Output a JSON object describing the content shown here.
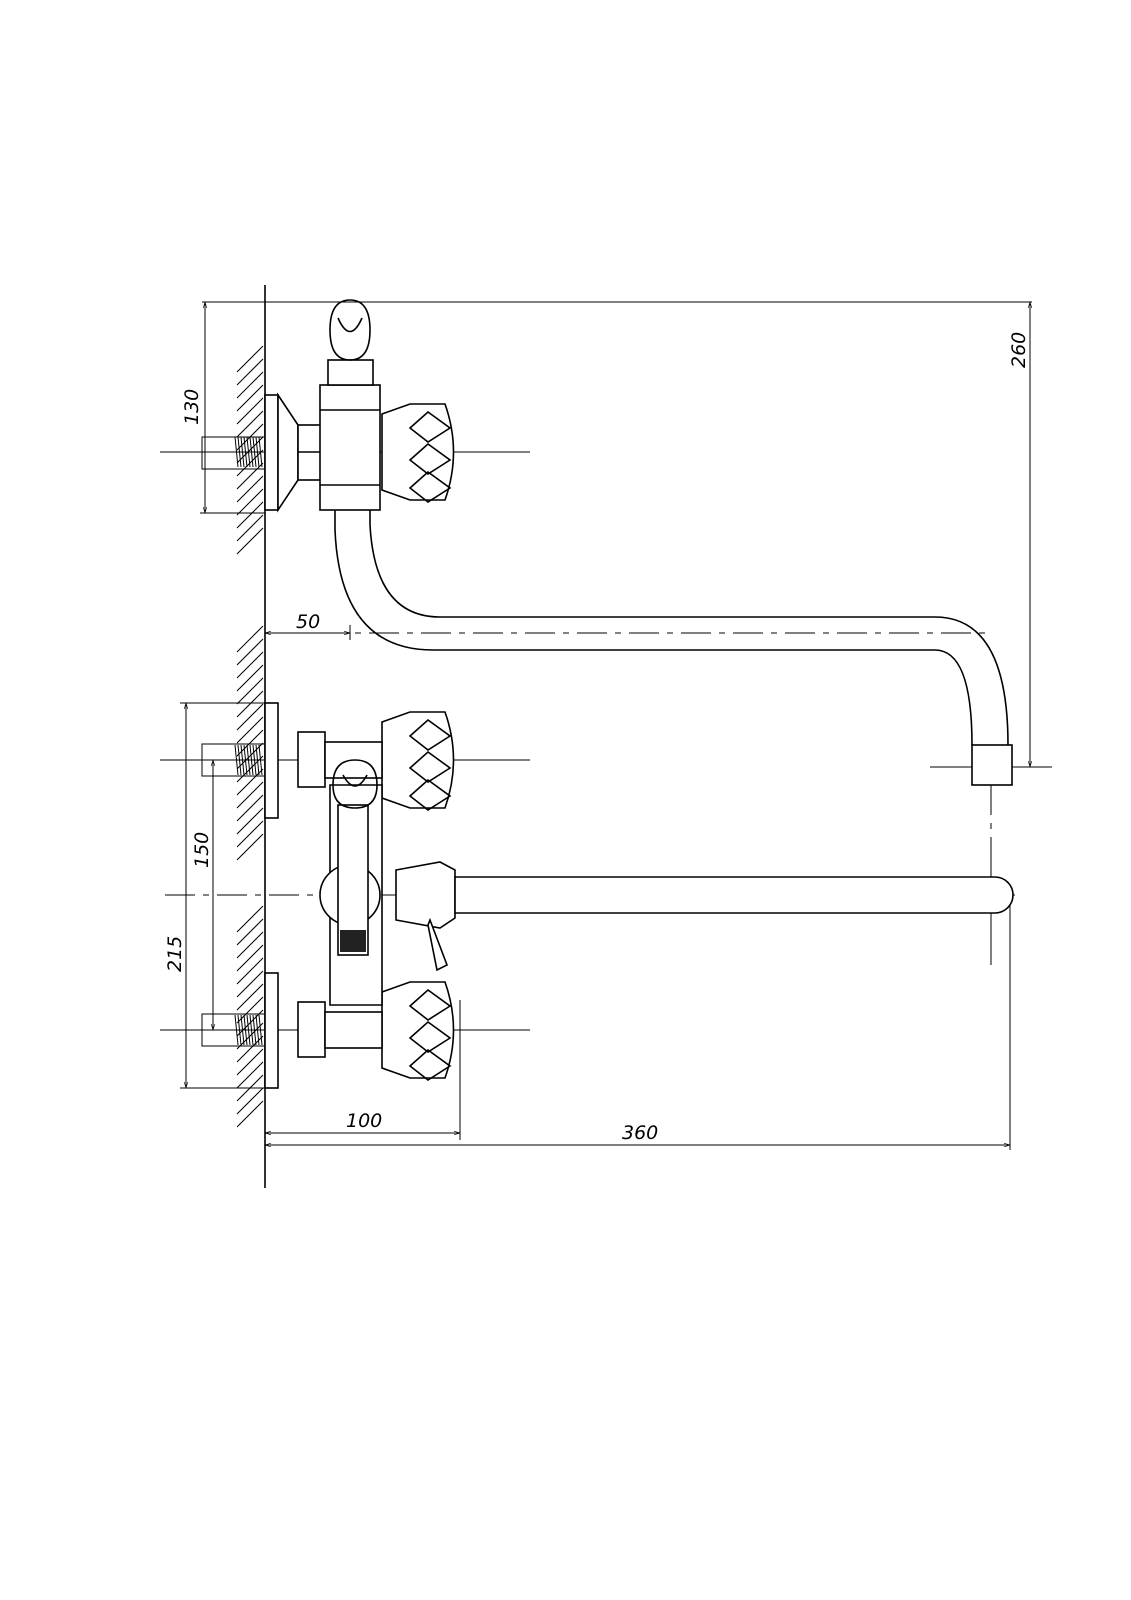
{
  "drawing": {
    "title": "Bath faucet with long swivel spout and shower holder - dimension drawing",
    "dimensions": {
      "top_valve_height": "130",
      "total_height": "260",
      "wall_to_spout_bend": "50",
      "inlet_spacing": "150",
      "flange_span": "215",
      "body_depth": "100",
      "spout_reach": "360"
    },
    "colors": {
      "line": "#000000",
      "background": "#ffffff"
    }
  }
}
